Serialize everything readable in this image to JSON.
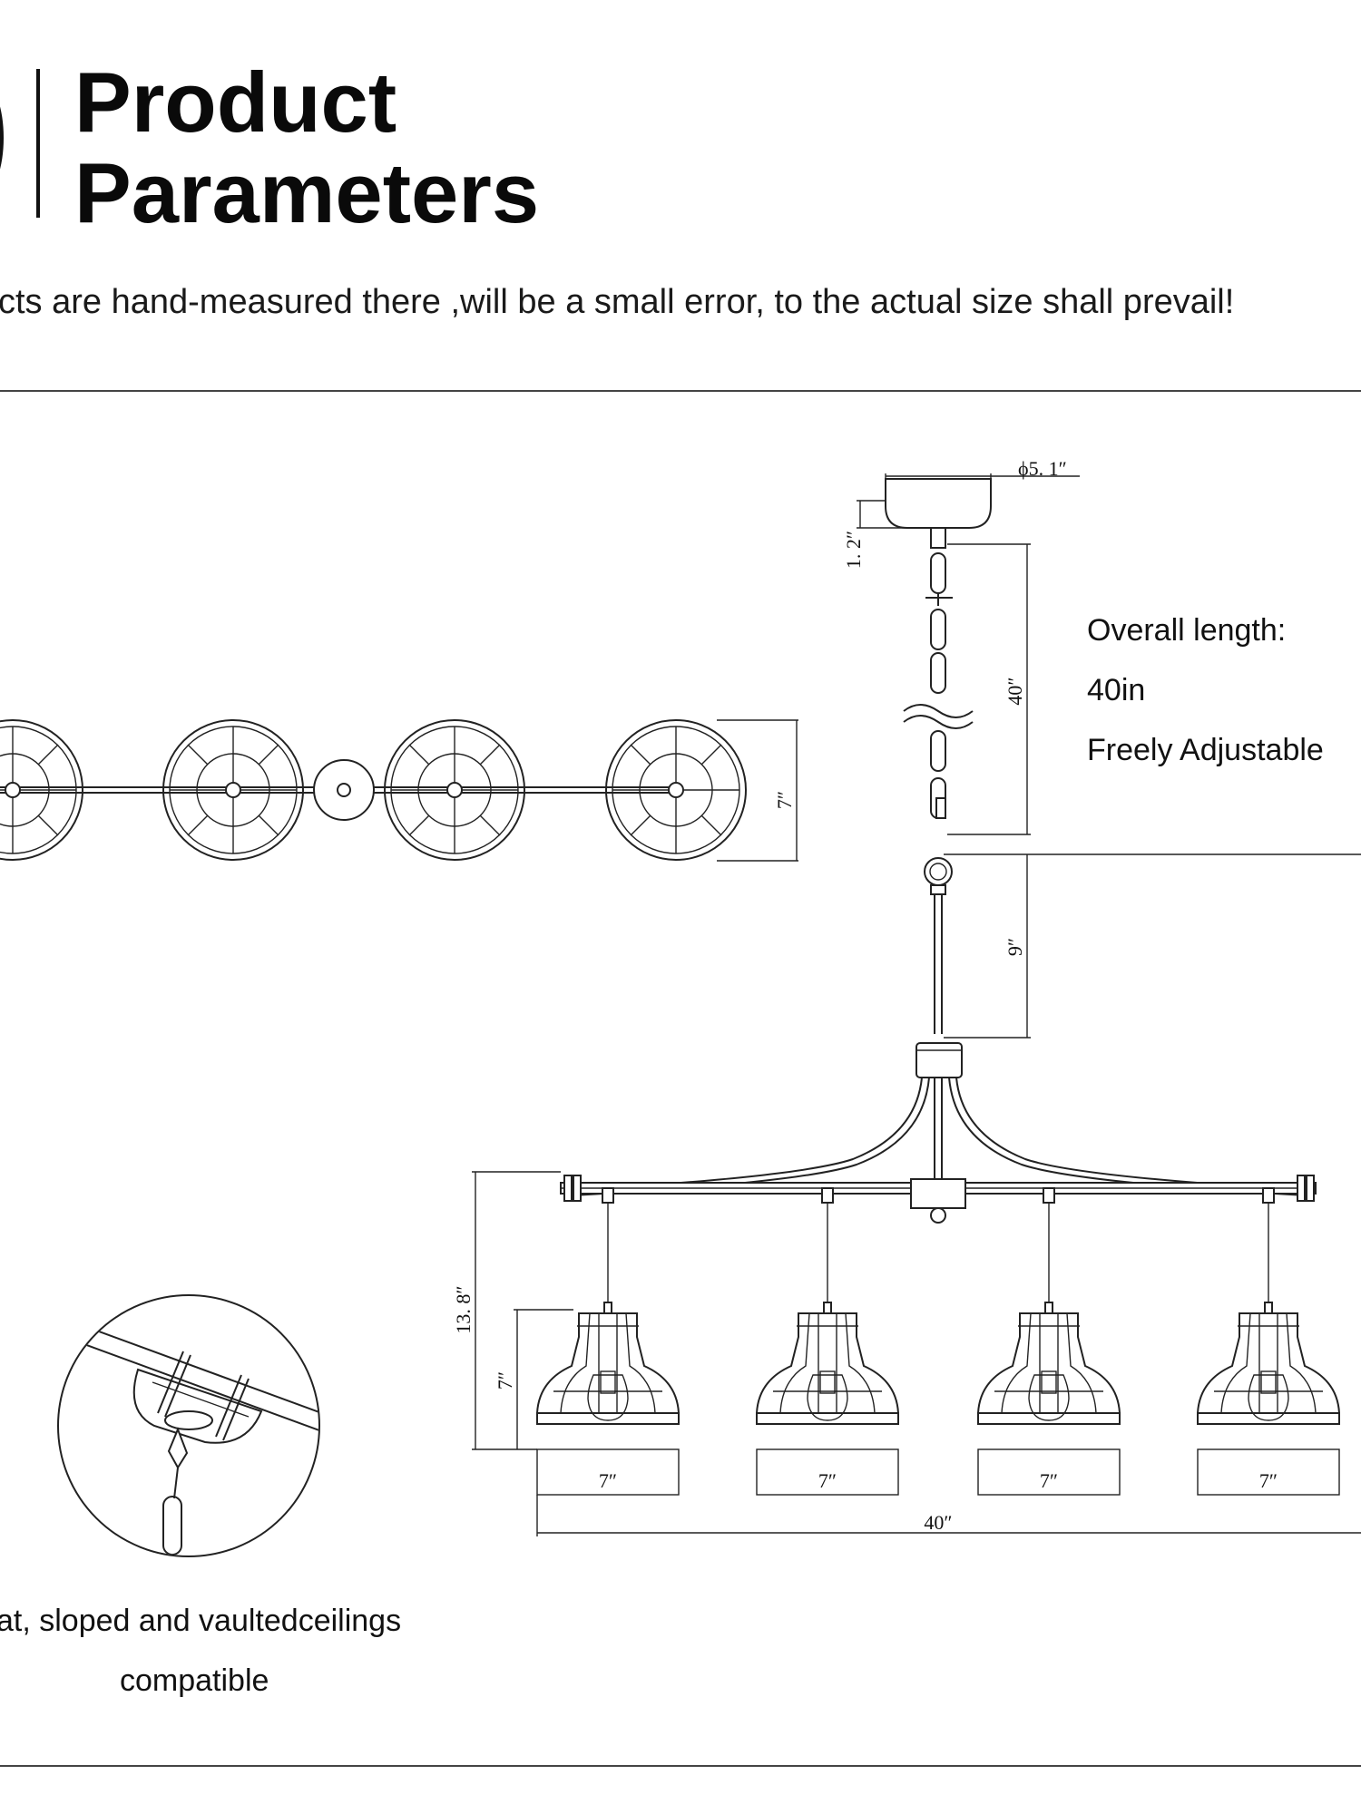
{
  "header": {
    "title_line1": "Product",
    "title_line2": "Parameters"
  },
  "notice": "cts are hand-measured there ,will be a small error, to the actual size shall prevail!",
  "chain_note": {
    "line1": "Overall length:",
    "line2": "40in",
    "line3": "Freely Adjustable"
  },
  "dimensions": {
    "canopy_diameter": "ϕ5. 1″",
    "canopy_height": "1. 2″",
    "chain_length": "40″",
    "rod_length": "9″",
    "top_view_height": "7″",
    "fixture_height": "13. 8″",
    "shade_height": "7″",
    "shade_width_1": "7″",
    "shade_width_2": "7″",
    "shade_width_3": "7″",
    "shade_width_4": "7″",
    "total_width": "40″"
  },
  "ceiling_caption": {
    "line1": "at, sloped and vaultedceilings",
    "line2": "compatible"
  }
}
